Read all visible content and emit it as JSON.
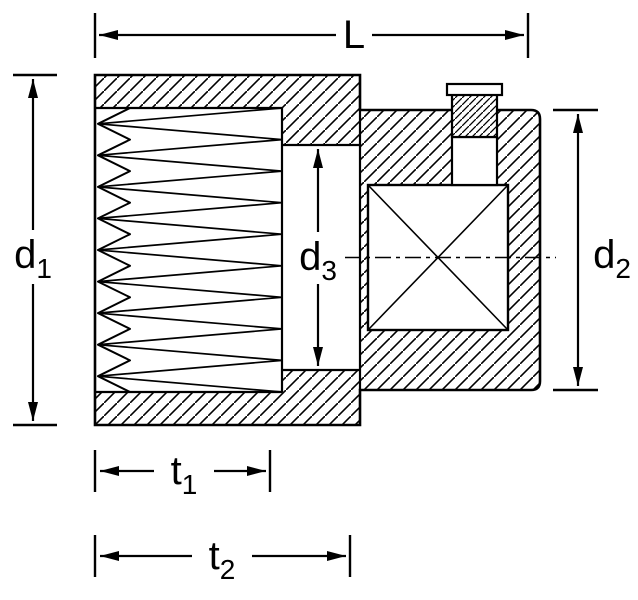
{
  "diagram": {
    "background": "#ffffff",
    "line_color": "#000000",
    "dimensions": {
      "length": {
        "base": "L",
        "sub": ""
      },
      "d1": {
        "base": "d",
        "sub": "1"
      },
      "d2": {
        "base": "d",
        "sub": "2"
      },
      "d3": {
        "base": "d",
        "sub": "3"
      },
      "t1": {
        "base": "t",
        "sub": "1"
      },
      "t2": {
        "base": "t",
        "sub": "2"
      }
    }
  }
}
